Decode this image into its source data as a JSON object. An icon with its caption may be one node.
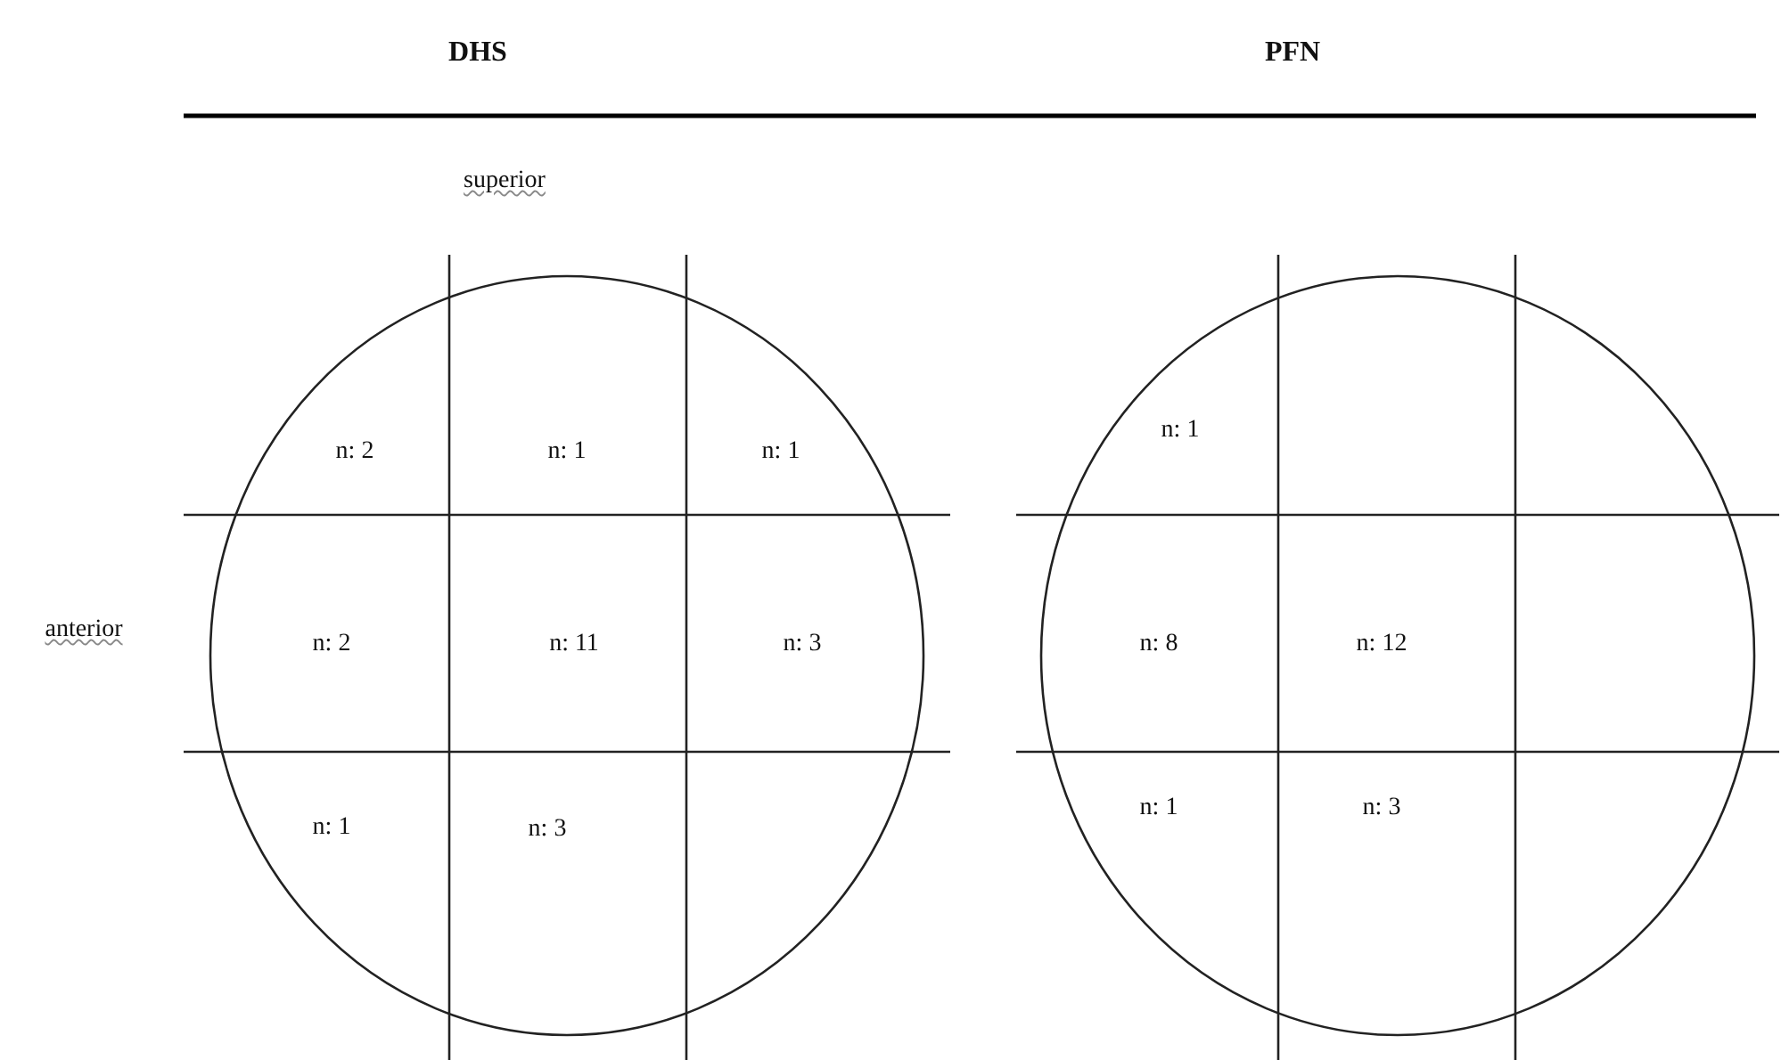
{
  "diagram": {
    "labels": [
      "DHS",
      "PFN",
      "superior",
      "n: 2",
      "n: 1",
      "n: 1",
      "n: 1",
      "anterior",
      "n: 2",
      "n: 11",
      "n: 3",
      "n: 8",
      "n: 12",
      "n: 1",
      "n: 3",
      "n: 1",
      "n: 3"
    ]
  }
}
